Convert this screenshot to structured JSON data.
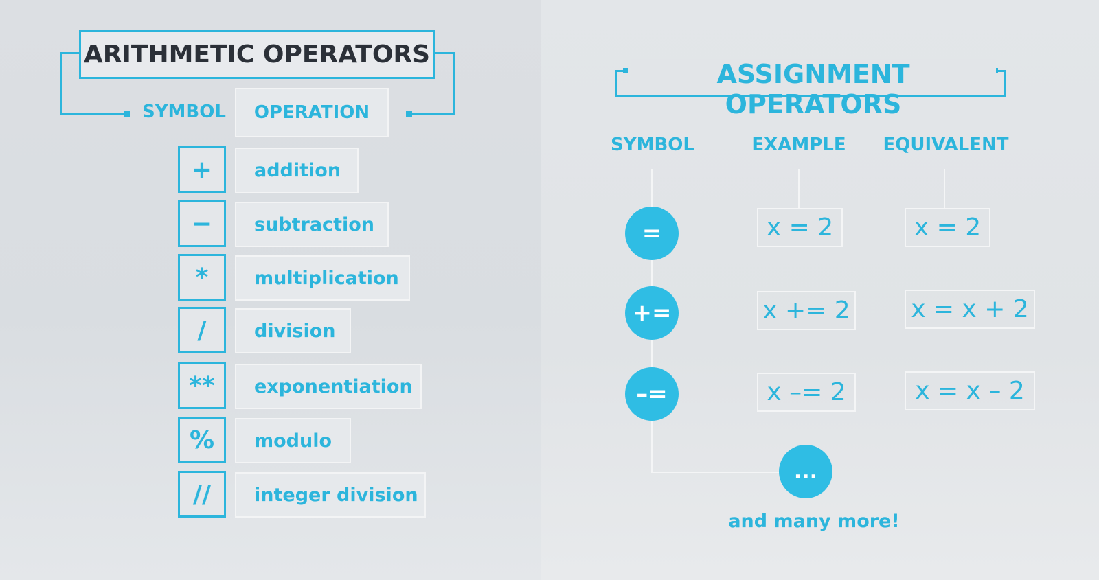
{
  "arithmetic": {
    "title": "ARITHMETIC OPERATORS",
    "symbol_header": "SYMBOL",
    "operation_header": "OPERATION",
    "rows": [
      {
        "symbol": "+",
        "operation": "addition"
      },
      {
        "symbol": "−",
        "operation": "subtraction"
      },
      {
        "symbol": "*",
        "operation": "multiplication"
      },
      {
        "symbol": "/",
        "operation": "division"
      },
      {
        "symbol": "**",
        "operation": "exponentiation"
      },
      {
        "symbol": "%",
        "operation": "modulo"
      },
      {
        "symbol": "//",
        "operation": "integer division"
      }
    ]
  },
  "assignment": {
    "title": "ASSIGNMENT OPERATORS",
    "headers": [
      "SYMBOL",
      "EXAMPLE",
      "EQUIVALENT"
    ],
    "rows": [
      {
        "symbol": "=",
        "example": "x = 2",
        "equivalent": "x = 2"
      },
      {
        "symbol": "+=",
        "example": "x += 2",
        "equivalent": "x = x + 2"
      },
      {
        "symbol": "–=",
        "example": "x –= 2",
        "equivalent": "x = x – 2"
      }
    ],
    "more_symbol": "...",
    "more_label": "and many more!"
  },
  "colors": {
    "accent": "#2cb5dc",
    "title_dark": "#2b3038"
  }
}
